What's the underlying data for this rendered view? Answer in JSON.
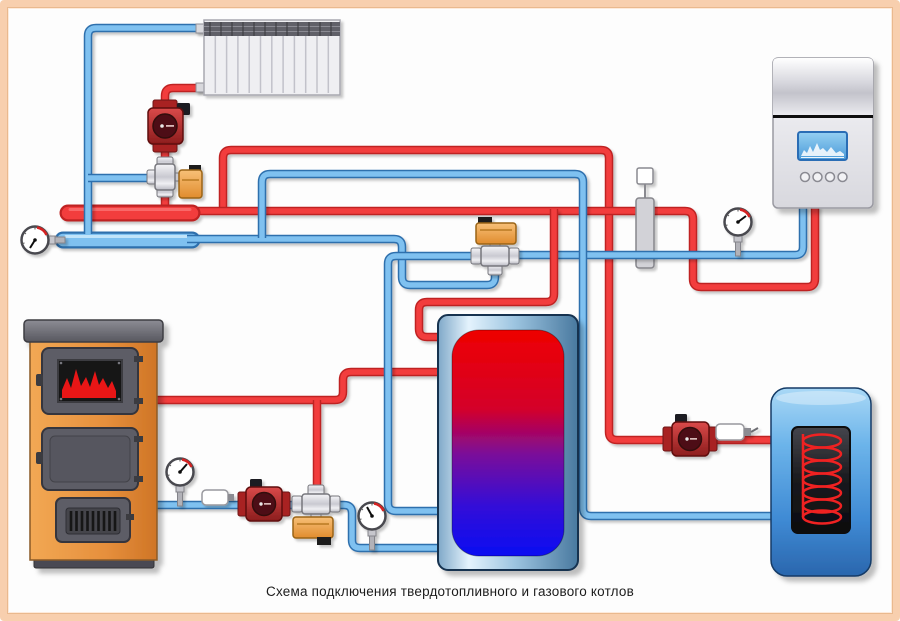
{
  "caption": "Схема подключения твердотопливного и газового котлов",
  "colors": {
    "frame": "#f8cfae",
    "background": "#fdfdfd",
    "hot": "#f23d3d",
    "hot_edge": "#bf2424",
    "cold": "#7fc1f0",
    "cold_edge": "#2e6fad",
    "boiler_orange": "#e8963f",
    "actuator_orange": "#f0a84e",
    "pump_red": "#c03434",
    "tank_hot": "#ee0000",
    "tank_cold": "#0a0af2",
    "dhw_shell": "#55a5e5",
    "metal": "#cfcfd4",
    "caption_text": "#1c1c1c"
  },
  "components": {
    "radiator": "panel radiator",
    "radiator_pump": "circulation pump",
    "radiator_mixing_valve": "3-way valve with actuator",
    "supply_manifold": "hot supply manifold",
    "return_manifold": "cold return manifold",
    "manifold_gauge": "pressure gauge",
    "solid_fuel_boiler": "solid fuel boiler",
    "boiler_gauge": "pressure gauge",
    "boiler_sensor": "temperature sensor",
    "boiler_pump": "circulation pump",
    "boiler_mixing_valve": "3-way valve with actuator",
    "mixing_gauge": "pressure gauge",
    "buffer_tank": "buffer storage tank",
    "gas_return_valve": "3-way valve with actuator",
    "air_separator": "air separator with automatic vent",
    "gas_gauge": "pressure gauge",
    "gas_boiler": "wall-mounted gas boiler",
    "dhw_pump": "circulation pump",
    "dhw_sensor": "temperature sensor",
    "dhw_tank": "indirect water heater with coil"
  }
}
